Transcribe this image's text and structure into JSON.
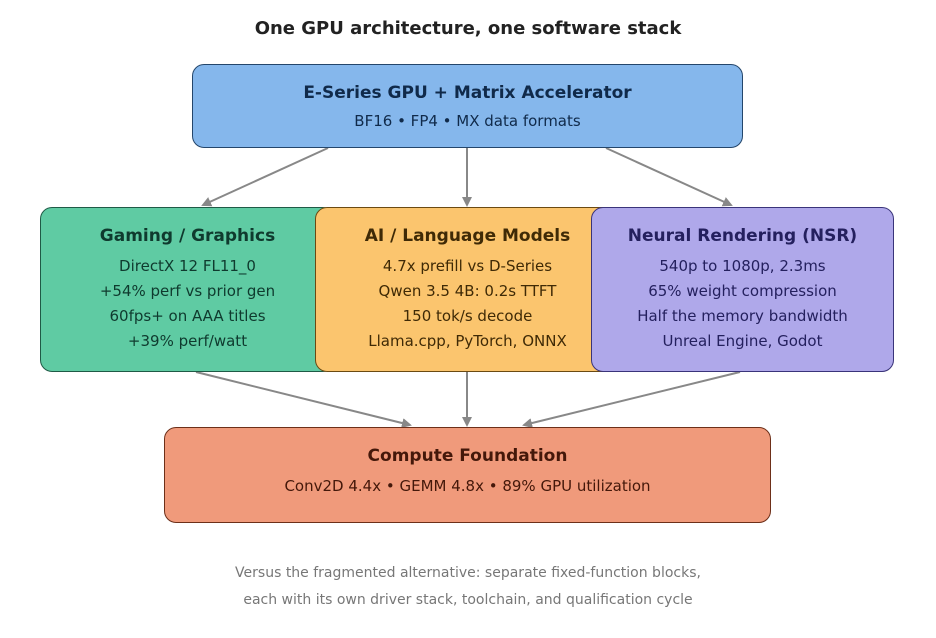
{
  "title": "One GPU architecture, one software stack",
  "top": {
    "heading": "E-Series GPU + Matrix Accelerator",
    "subtitle": "BF16 • FP4 • MX data formats"
  },
  "middle": [
    {
      "heading": "Gaming / Graphics",
      "lines": [
        "DirectX 12 FL11_0",
        "+54% perf vs prior gen",
        "60fps+ on AAA titles",
        "+39% perf/watt"
      ]
    },
    {
      "heading": "AI / Language Models",
      "lines": [
        "4.7x prefill vs D-Series",
        "Qwen 3.5 4B: 0.2s TTFT",
        "150 tok/s decode",
        "Llama.cpp, PyTorch, ONNX"
      ]
    },
    {
      "heading": "Neural Rendering (NSR)",
      "lines": [
        "540p to 1080p, 2.3ms",
        "65% weight compression",
        "Half the memory bandwidth",
        "Unreal Engine, Godot"
      ]
    }
  ],
  "bottom": {
    "heading": "Compute Foundation",
    "subtitle": "Conv2D 4.4x • GEMM 4.8x • 89% GPU utilization"
  },
  "footnote": {
    "line1": "Versus the fragmented alternative: separate fixed-function blocks,",
    "line2": "each with its own driver stack, toolchain, and qualification cycle"
  },
  "colors": {
    "top_fill": "#85b7ec",
    "gaming_fill": "#5fcba3",
    "ai_fill": "#fbc56e",
    "nsr_fill": "#afa8ea",
    "bottom_fill": "#f09a7b",
    "arrow": "#888888"
  }
}
